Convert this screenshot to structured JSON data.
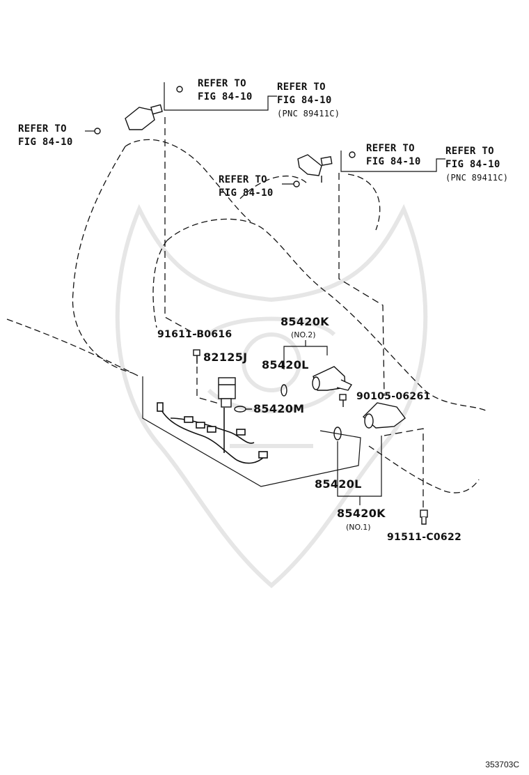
{
  "refs": {
    "top_small": {
      "line1": "REFER TO",
      "line2": "FIG 84-10"
    },
    "top_big": {
      "line1": "REFER TO",
      "line2": "FIG 84-10",
      "line3": "(PNC 89411C)"
    },
    "left": {
      "line1": "REFER TO",
      "line2": "FIG 84-10"
    },
    "right_small": {
      "line1": "REFER TO",
      "line2": "FIG 84-10"
    },
    "right_big": {
      "line1": "REFER TO",
      "line2": "FIG 84-10",
      "line3": "(PNC 89411C)"
    },
    "mid": {
      "line1": "REFER TO",
      "line2": "FIG 84-10"
    }
  },
  "parts": {
    "p85420k_no2": "85420K",
    "note_no2": "(NO.2)",
    "p91611": "91611-B0616",
    "p82125j": "82125J",
    "p85420l_top": "85420L",
    "p85420m": "85420M",
    "p90105": "90105-06261",
    "p85420l_bottom": "85420L",
    "p85420k_no1": "85420K",
    "note_no1": "(NO.1)",
    "p91511": "91511-C0622"
  },
  "figure_id": "353703C"
}
